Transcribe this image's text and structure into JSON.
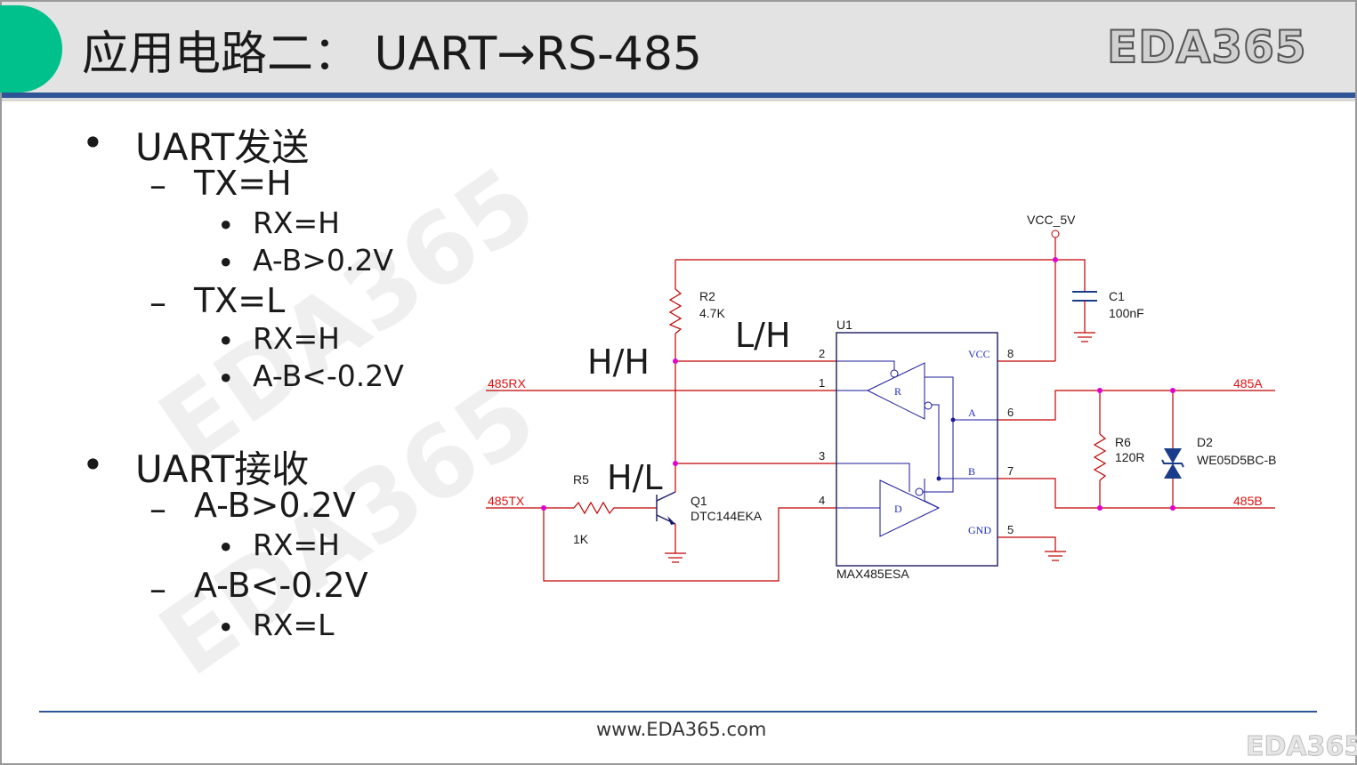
{
  "slide": {
    "title": "应用电路二： UART→RS-485",
    "logo": "EDA365",
    "footer_url": "www.EDA365.com",
    "footer_logo": "EDA365",
    "watermark": "EDA365"
  },
  "bullets": {
    "tx_heading": "UART发送",
    "tx_high": "TX=H",
    "tx_high_rx": "RX=H",
    "tx_high_ab": "A-B>0.2V",
    "tx_low": "TX=L",
    "tx_low_rx": "RX=H",
    "tx_low_ab": "A-B<-0.2V",
    "rx_heading": "UART接收",
    "rx_pos": "A-B>0.2V",
    "rx_pos_rx": "RX=H",
    "rx_neg": "A-B<-0.2V",
    "rx_neg_rx": "RX=L"
  },
  "schematic": {
    "vcc": "VCC_5V",
    "r2_ref": "R2",
    "r2_val": "4.7K",
    "c1_ref": "C1",
    "c1_val": "100nF",
    "u1_ref": "U1",
    "u1_part": "MAX485ESA",
    "r5_ref": "R5",
    "r5_val": "1K",
    "q1_ref": "Q1",
    "q1_part": "DTC144EKA",
    "r6_ref": "R6",
    "r6_val": "120R",
    "d2_ref": "D2",
    "d2_part": "WE05D5BC-B",
    "net_485rx": "485RX",
    "net_485tx": "485TX",
    "net_485a": "485A",
    "net_485b": "485B",
    "pin_vcc": "VCC",
    "pin_a": "A",
    "pin_b": "B",
    "pin_gnd": "GND",
    "recv_label": "R",
    "drv_label": "D",
    "pin1": "1",
    "pin2": "2",
    "pin3": "3",
    "pin4": "4",
    "pin5": "5",
    "pin6": "6",
    "pin7": "7",
    "pin8": "8",
    "state_hh": "H/H",
    "state_lh": "L/H",
    "state_hl": "H/L"
  },
  "colors": {
    "accent": "#00c08b",
    "rule": "#2f5597",
    "wire": "#c00000",
    "net": "#e01010",
    "junction": "#e000d0",
    "pinlabel": "#2030c0"
  }
}
